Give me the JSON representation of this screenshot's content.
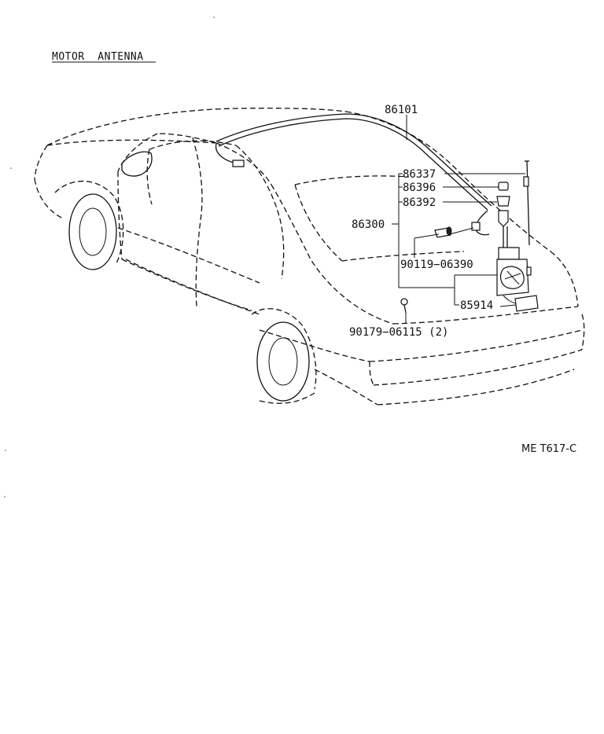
{
  "title": "MOTOR  ANTENNA",
  "code": "ME T617-C",
  "parts": {
    "p86101": "86101",
    "p86337": "86337",
    "p86396": "86396",
    "p86392": "86392",
    "p86300": "86300",
    "p90119": "90119−06390",
    "p85914": "85914",
    "p90179": "90179−06115 (2)"
  }
}
